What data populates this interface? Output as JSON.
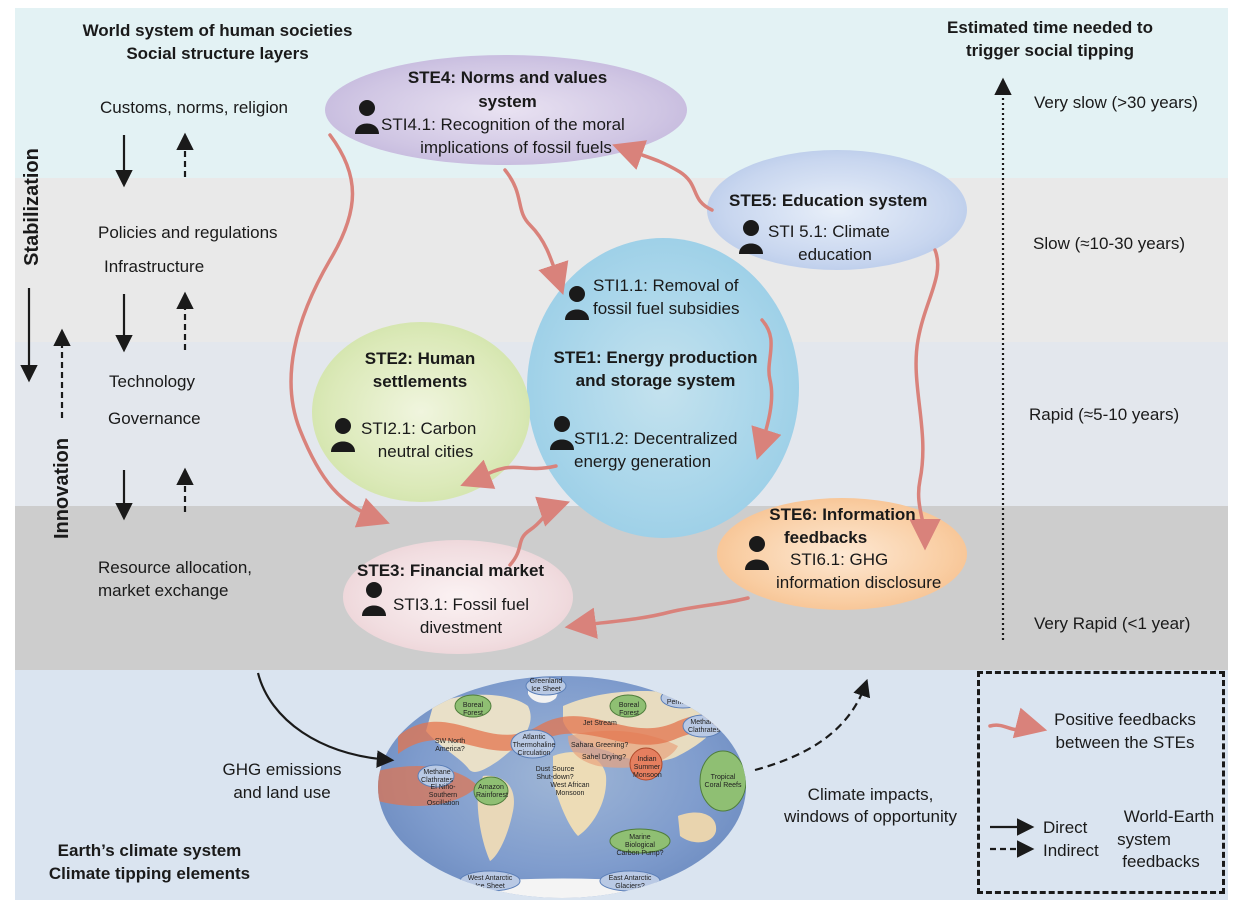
{
  "header": {
    "left_title_1": "World system of human societies",
    "left_title_2": "Social structure layers",
    "right_title_1": "Estimated time needed to",
    "right_title_2": "trigger social tipping"
  },
  "layers": {
    "customs": "Customs, norms, religion",
    "policies": "Policies and regulations",
    "infrastructure": "Infrastructure",
    "technology": "Technology",
    "governance": "Governance",
    "resource_1": "Resource allocation,",
    "resource_2": "market exchange"
  },
  "axis": {
    "stabilization": "Stabilization",
    "innovation": "Innovation"
  },
  "timescales": {
    "very_slow": "Very slow (>30 years)",
    "slow": "Slow (≈10-30 years)",
    "rapid": "Rapid (≈5-10 years)",
    "very_rapid": "Very Rapid (<1 year)"
  },
  "stes": {
    "ste4": {
      "title_1": "STE4: Norms and values",
      "title_2": "system",
      "sti_1": "STI4.1: Recognition of the moral",
      "sti_2": "implications of fossil fuels"
    },
    "ste5": {
      "title": "STE5: Education system",
      "sti_1": "STI 5.1: Climate",
      "sti_2": "education"
    },
    "ste1": {
      "sti11_1": "STI1.1: Removal of",
      "sti11_2": "fossil fuel subsidies",
      "title_1": "STE1: Energy production",
      "title_2": "and storage system",
      "sti12_1": "STI1.2: Decentralized",
      "sti12_2": "energy generation"
    },
    "ste2": {
      "title_1": "STE2: Human",
      "title_2": "settlements",
      "sti_1": "STI2.1: Carbon",
      "sti_2": "neutral cities"
    },
    "ste3": {
      "title": "STE3: Financial market",
      "sti_1": "STI3.1: Fossil fuel",
      "sti_2": "divestment"
    },
    "ste6": {
      "title_1": "STE6: Information",
      "title_2": "feedbacks",
      "sti_1": "STI6.1: GHG",
      "sti_2": "information disclosure"
    }
  },
  "bottom": {
    "ghg_1": "GHG emissions",
    "ghg_2": "and land use",
    "impacts_1": "Climate impacts,",
    "impacts_2": "windows of opportunity",
    "earth_1": "Earth’s climate system",
    "earth_2": "Climate tipping elements"
  },
  "map_labels": {
    "greenland": "Greenland Ice Sheet",
    "boreal_forest_w": "Boreal Forest",
    "boreal_forest_e": "Boreal Forest",
    "yedoma": "Yedoma Permafrost",
    "methane_e": "Methane Clathrates",
    "sw_north_america": "SW North America?",
    "amoc": "Atlantic Thermohaline Circulation",
    "jet_stream": "Jet Stream",
    "methane_w": "Methane Clathrates",
    "sahara": "Sahara Greening?",
    "dust": "Dust Source Shut-down?",
    "sahel": "Sahel Drying?",
    "monsoon_in": "Indian Summer Monsoon",
    "west_african": "West African Monsoon",
    "enso": "El Niño-Southern Oscillation",
    "amazon": "Amazon Rainforest",
    "coral": "Tropical Coral Reefs",
    "marine": "Marine Biological Carbon Pump?",
    "wais": "West Antarctic Ice Sheet",
    "east_ant": "East Antarctic Glaciers?"
  },
  "legend": {
    "positive": "Positive feedbacks",
    "positive_2": "between the STEs",
    "direct": "Direct",
    "indirect": "Indirect",
    "we_1": "World-Earth",
    "we_2": "system",
    "we_3": "feedbacks"
  },
  "colors": {
    "band_top": "#e4f3f5",
    "band_slow": "#e8e8e8",
    "band_rapid": "#e4e8ee",
    "band_very_rapid": "#cfcfcf",
    "band_earth": "#dde6f1",
    "feedback_arrow": "#d9827b"
  }
}
